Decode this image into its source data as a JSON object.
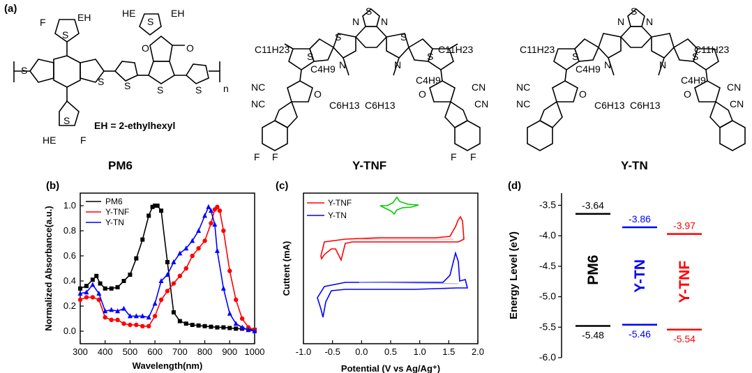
{
  "panels": {
    "a": "(a)",
    "b": "(b)",
    "c": "(c)",
    "d": "(d)"
  },
  "molecules": {
    "pm6": {
      "name": "PM6",
      "note": "EH = 2-ethylhexyl",
      "atoms": {
        "eh": "EH",
        "he": "HE",
        "f": "F",
        "s": "S",
        "o": "O",
        "n": "n"
      }
    },
    "ytnf": {
      "name": "Y-TNF"
    },
    "ytn": {
      "name": "Y-TN"
    },
    "atoms": {
      "c11": "C11H23",
      "c4": "C4H9",
      "c6": "C6H13",
      "nc": "NC",
      "cn": "CN",
      "n": "N",
      "s": "S",
      "o": "O",
      "f": "F"
    }
  },
  "chart_data": [
    {
      "type": "line",
      "panel": "b",
      "xlabel": "Wavelength(nm)",
      "ylabel": "Normalized Absorbance(a.u.)",
      "xlim": [
        300,
        1000
      ],
      "ylim": [
        -0.1,
        1.1
      ],
      "xticks": [
        300,
        400,
        500,
        600,
        700,
        800,
        900,
        1000
      ],
      "yticks": [
        0.0,
        0.2,
        0.4,
        0.6,
        0.8,
        1.0
      ],
      "legend": "top-left",
      "series": [
        {
          "name": "PM6",
          "color": "#000000",
          "marker": "square",
          "x": [
            300,
            325,
            350,
            365,
            380,
            400,
            425,
            450,
            475,
            500,
            525,
            550,
            575,
            590,
            600,
            610,
            625,
            650,
            675,
            700,
            725,
            750,
            775,
            800,
            825,
            850,
            875,
            900,
            925,
            950,
            975,
            1000
          ],
          "y": [
            0.34,
            0.36,
            0.41,
            0.44,
            0.38,
            0.34,
            0.34,
            0.35,
            0.4,
            0.45,
            0.58,
            0.73,
            0.92,
            0.99,
            1.0,
            1.0,
            0.96,
            0.55,
            0.15,
            0.08,
            0.06,
            0.05,
            0.045,
            0.04,
            0.035,
            0.03,
            0.03,
            0.025,
            0.02,
            0.02,
            0.015,
            0.01
          ]
        },
        {
          "name": "Y-TNF",
          "color": "#ff0000",
          "marker": "circle",
          "x": [
            300,
            325,
            350,
            375,
            400,
            425,
            450,
            475,
            500,
            525,
            550,
            575,
            600,
            625,
            650,
            675,
            700,
            725,
            750,
            775,
            800,
            825,
            840,
            850,
            860,
            875,
            900,
            925,
            950,
            975,
            1000
          ],
          "y": [
            0.25,
            0.27,
            0.27,
            0.25,
            0.11,
            0.09,
            0.09,
            0.06,
            0.05,
            0.05,
            0.04,
            0.04,
            0.12,
            0.25,
            0.32,
            0.38,
            0.44,
            0.5,
            0.6,
            0.66,
            0.72,
            0.86,
            0.97,
            0.99,
            0.96,
            0.8,
            0.48,
            0.25,
            0.1,
            0.03,
            0.01
          ]
        },
        {
          "name": "Y-TN",
          "color": "#0000ff",
          "marker": "triangle",
          "x": [
            300,
            325,
            350,
            375,
            400,
            425,
            450,
            475,
            500,
            525,
            550,
            575,
            600,
            625,
            650,
            675,
            700,
            725,
            750,
            775,
            800,
            815,
            825,
            840,
            850,
            875,
            900,
            925,
            950,
            975,
            1000
          ],
          "y": [
            0.3,
            0.31,
            0.37,
            0.3,
            0.16,
            0.17,
            0.16,
            0.18,
            0.12,
            0.12,
            0.12,
            0.11,
            0.22,
            0.4,
            0.45,
            0.55,
            0.62,
            0.66,
            0.72,
            0.8,
            0.92,
            0.99,
            0.96,
            0.85,
            0.64,
            0.34,
            0.14,
            0.06,
            0.03,
            0.01,
            0.0
          ]
        }
      ]
    },
    {
      "type": "line",
      "panel": "c",
      "xlabel": "Potential (V vs Ag/Ag⁺)",
      "ylabel": "Cuttent (mA)",
      "xlim": [
        -1.0,
        2.0
      ],
      "xticks": [
        -1.0,
        -0.5,
        0.0,
        0.5,
        1.0,
        1.5,
        2.0
      ],
      "legend": "top-left",
      "series": [
        {
          "name": "Y-TNF",
          "color": "#ff0000"
        },
        {
          "name": "Y-TN",
          "color": "#0000ff"
        }
      ]
    },
    {
      "type": "bar",
      "panel": "d",
      "ylabel": "Energy Level (eV)",
      "ylim": [
        -6.0,
        -3.3
      ],
      "yticks": [
        -3.5,
        -4.0,
        -4.5,
        -5.0,
        -5.5,
        -6.0
      ],
      "categories": [
        "PM6",
        "Y-TN",
        "Y-TNF"
      ],
      "colors": [
        "#000000",
        "#0000ff",
        "#ff0000"
      ],
      "lumo": [
        -3.64,
        -3.86,
        -3.97
      ],
      "homo": [
        -5.48,
        -5.46,
        -5.54
      ],
      "lumo_labels": [
        "-3.64",
        "-3.86",
        "-3.97"
      ],
      "homo_labels": [
        "-5.48",
        "-5.46",
        "-5.54"
      ]
    }
  ]
}
